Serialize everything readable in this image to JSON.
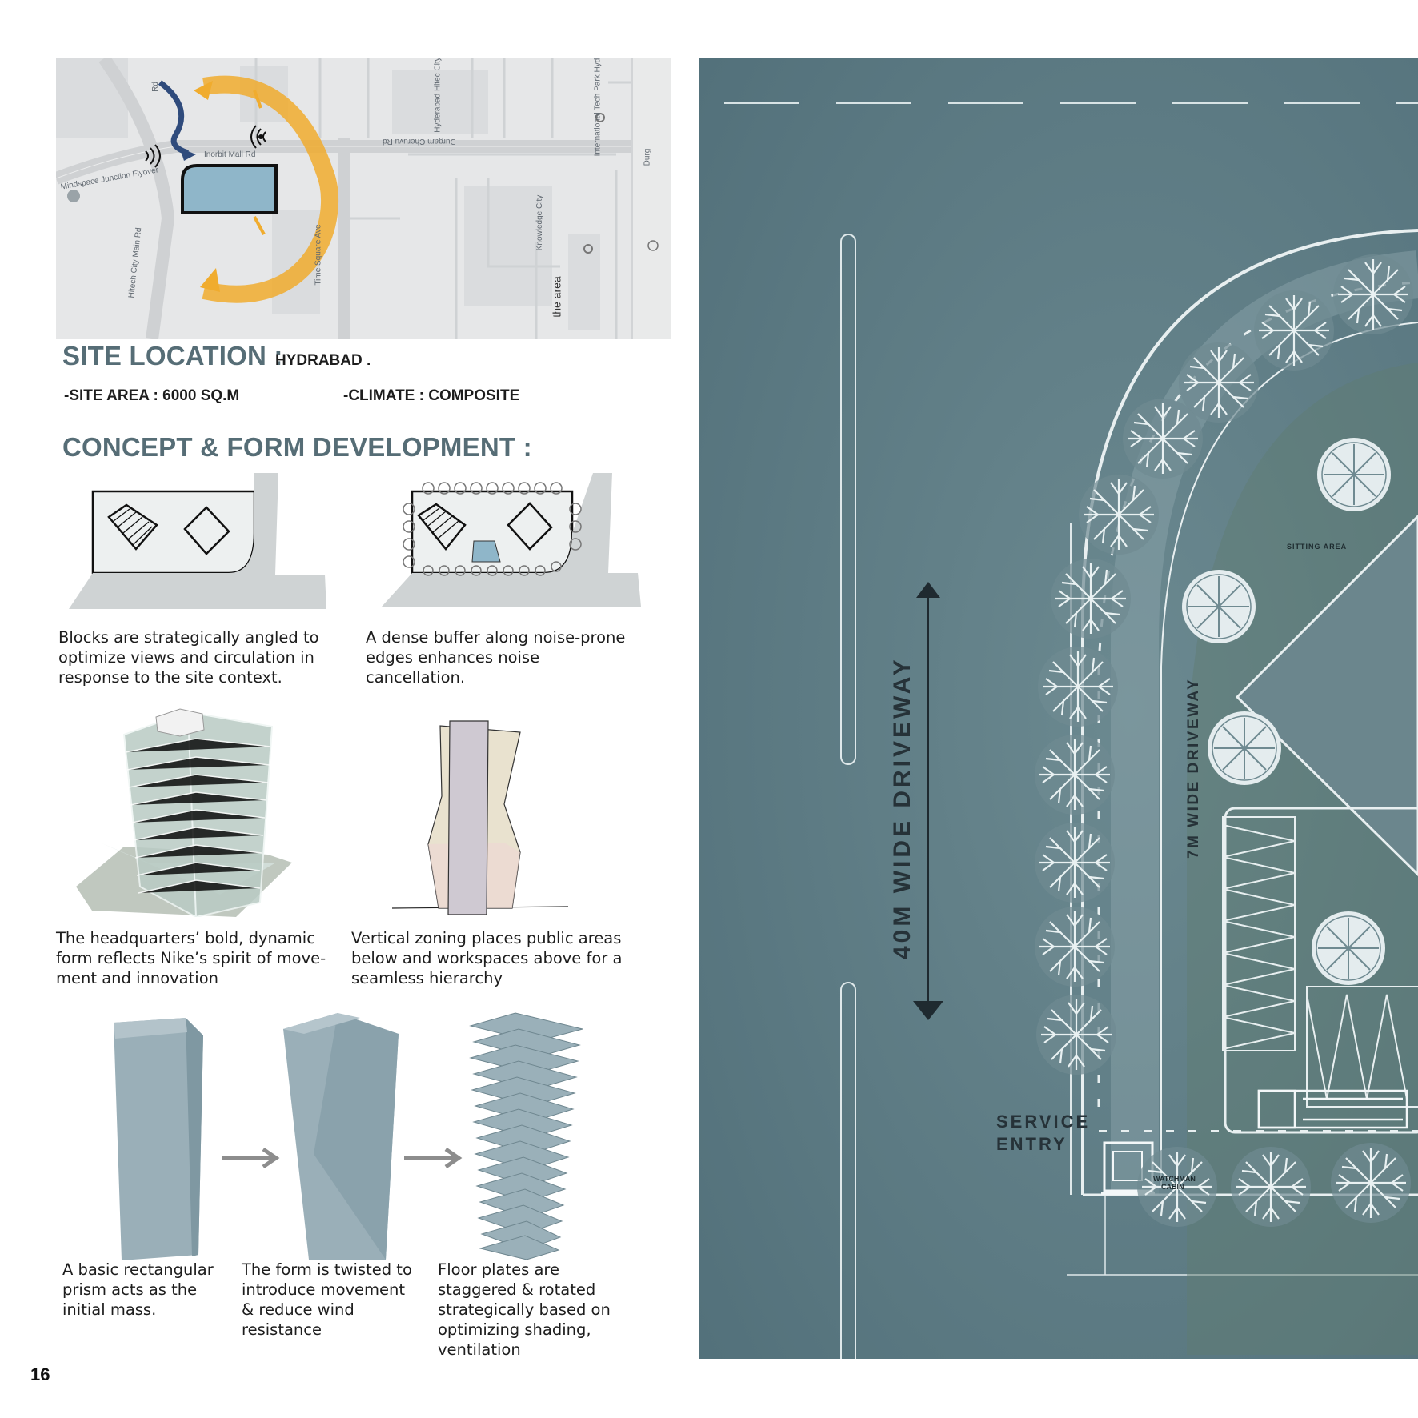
{
  "map": {
    "roads": [
      "Inorbit Mall Rd",
      "Mindspace Junction Flyover",
      "Hitech City Main Rd",
      "Time Square Ave",
      "Durgam Cheruvu Rd",
      "Knowledge City",
      "Hyderabad Hitec City",
      "International Tech Park Hyderabad",
      "Durg",
      "the area",
      "Rd"
    ]
  },
  "site": {
    "heading": "SITE LOCATION :",
    "city": "HYDRABAD .",
    "area": "-SITE AREA : 6000 SQ.M",
    "climate": "-CLIMATE : COMPOSITE"
  },
  "concept": {
    "heading": "CONCEPT & FORM DEVELOPMENT :",
    "captions": {
      "blocks": "Blocks are strategically angled to optimize views and circulation in response to the site context.",
      "buffer": "A dense buffer along noise-prone edges enhances noise cancellation.",
      "headquarters": "The headquarters’ bold, dynamic form reflects Nike’s spirit of move-ment and innovation",
      "zoning": "Vertical zoning places public areas below and workspaces above for a seamless hierarchy",
      "prism": "A basic rectangular prism acts as the initial mass.",
      "twist": "The form is twisted to introduce movement & reduce wind resistance",
      "plates": "Floor plates are staggered & rotated strategically based on optimizing shading, ventilation"
    }
  },
  "plan": {
    "driveway_40": "40M WIDE DRIVEWAY",
    "driveway_7": "7M WIDE DRIVEWAY",
    "service_entry_1": "SERVICE",
    "service_entry_2": "ENTRY",
    "sitting_area": "SITTING AREA",
    "watchman_1": "WATCHMAN",
    "watchman_2": "CABIN"
  },
  "page_number": "16",
  "colors": {
    "accent": "#566d76",
    "plan_bg": "#587780",
    "site_block": "#8fb6c9",
    "sun_path": "#f0ac2e",
    "wind": "#2f4b7c"
  }
}
